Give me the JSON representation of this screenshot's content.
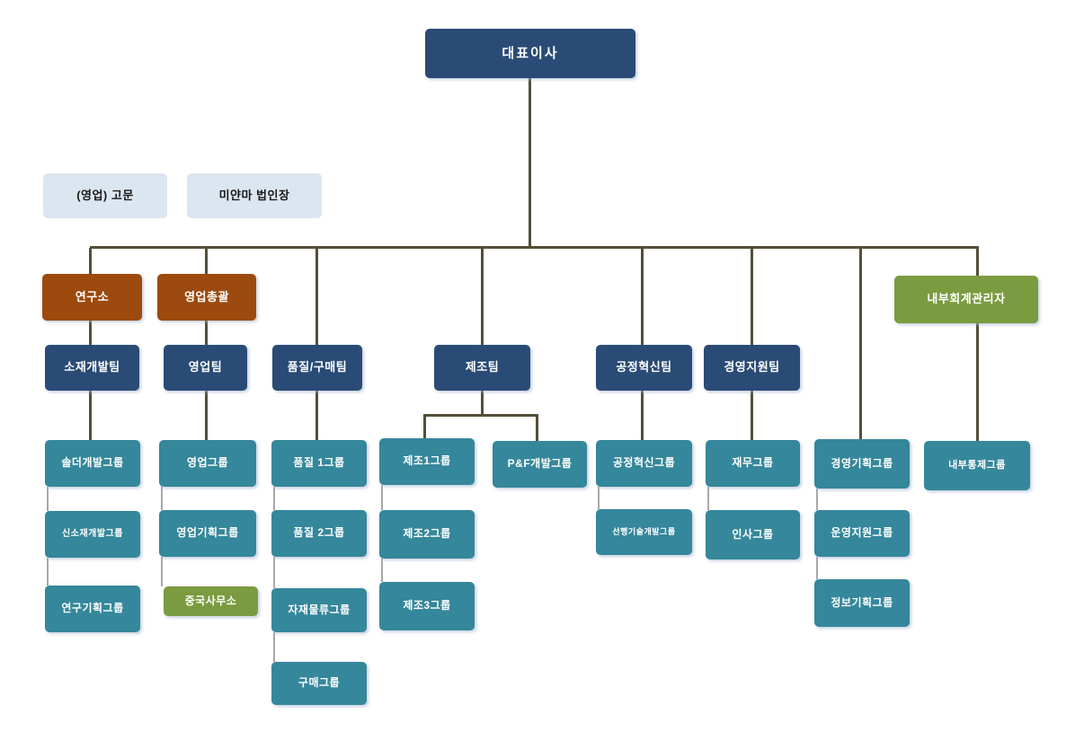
{
  "colors": {
    "navy": "#294b75",
    "brown": "#9c4a0e",
    "teal": "#35879b",
    "green": "#7a9b3f",
    "lightblue": "#dce6f1",
    "line_dark": "#544f38",
    "line_gray": "#a8a8a8"
  },
  "org": {
    "ceo": "대표이사",
    "advisor": "(영업) 고문",
    "myanmar_branch": "미얀마 법인장",
    "research_institute": "연구소",
    "sales_head": "영업총괄",
    "internal_accounting_manager": "내부회계관리자",
    "teams": {
      "material_dev": "소재개발팀",
      "sales": "영업팀",
      "quality_purchasing": "품질/구매팀",
      "manufacturing": "제조팀",
      "process_innovation": "공정혁신팀",
      "management_support": "경영지원팀"
    },
    "groups": {
      "solder_dev": "솔더개발그룹",
      "new_material_dev": "신소재개발그룹",
      "research_planning": "연구기획그룹",
      "sales_group": "영업그룹",
      "sales_planning": "영업기획그룹",
      "china_office": "중국사무소",
      "quality1": "품질 1그룹",
      "quality2": "품질 2그룹",
      "material_logistics": "자재물류그룹",
      "purchasing": "구매그룹",
      "mfg1": "제조1그룹",
      "pf_dev": "P&F개발그룹",
      "mfg2": "제조2그룹",
      "mfg3": "제조3그룹",
      "process_innovation_group": "공정혁신그룹",
      "advanced_tech_dev": "선행기술개발그룹",
      "finance": "재무그룹",
      "hr": "인사그룹",
      "management_planning": "경영기획그룹",
      "operation_support": "운영지원그룹",
      "info_planning": "정보기획그룹",
      "internal_control": "내부통제그룹"
    }
  }
}
